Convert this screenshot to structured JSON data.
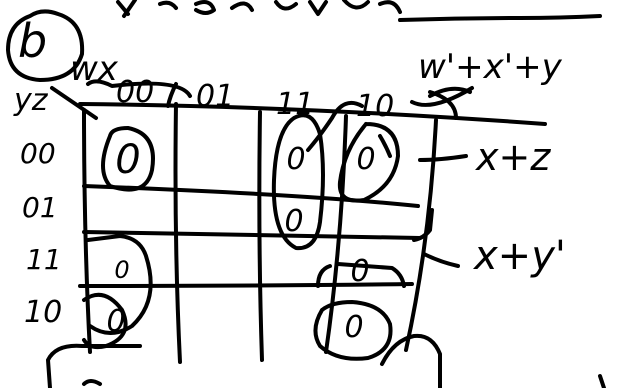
{
  "title_fragment": "K-Circuit",
  "map_label": "b",
  "row_var_label": "yz",
  "col_var_label": "wx",
  "column_labels": [
    "00",
    "01",
    "11",
    "10"
  ],
  "row_labels": [
    "00",
    "01",
    "11",
    "10"
  ],
  "zero_cells": [
    {
      "row": "00",
      "col": "00",
      "value": "0"
    },
    {
      "row": "00",
      "col": "11",
      "value": "0"
    },
    {
      "row": "00",
      "col": "10",
      "value": "0"
    },
    {
      "row": "01",
      "col": "11",
      "value": "0"
    },
    {
      "row": "11",
      "col": "00",
      "value": "0"
    },
    {
      "row": "11",
      "col": "10",
      "value": "0"
    },
    {
      "row": "10",
      "col": "00",
      "value": "0"
    },
    {
      "row": "10",
      "col": "10",
      "value": "0"
    }
  ],
  "sum_terms": [
    "w'+x'+y",
    "x+z",
    "x+y'"
  ]
}
